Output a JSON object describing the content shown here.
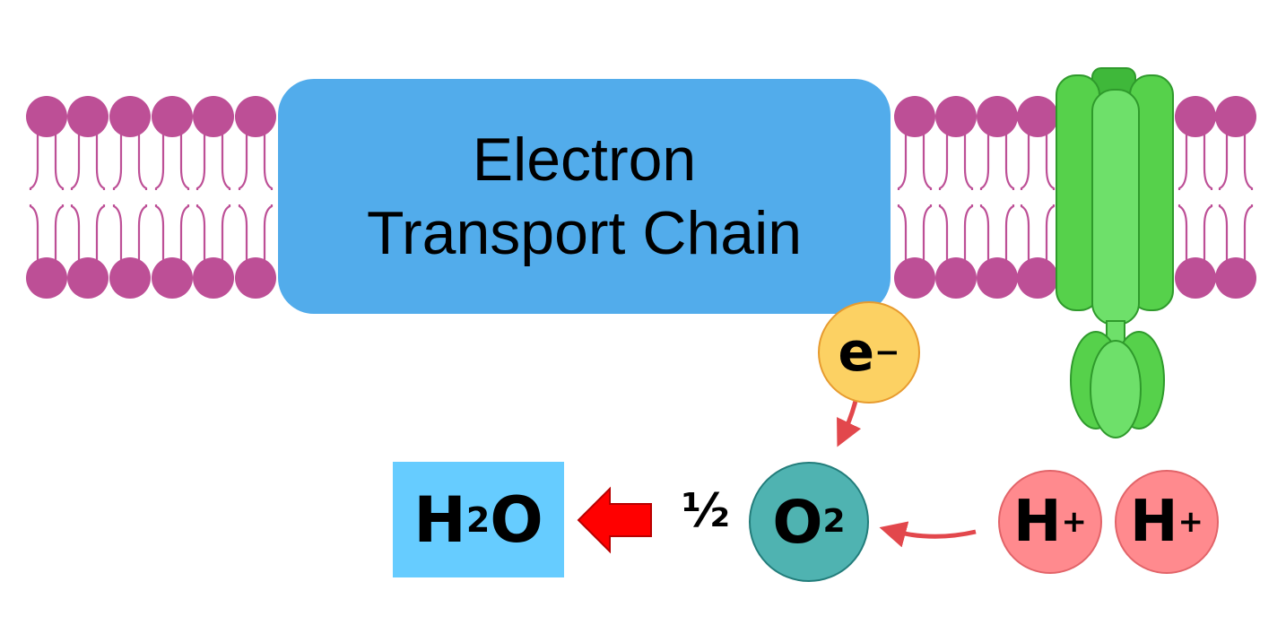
{
  "etc": {
    "line1": "Electron",
    "line2": "Transport Chain"
  },
  "electron": {
    "symbol": "e",
    "charge": "−"
  },
  "oxygen": {
    "coefficient": "½",
    "symbol": "O",
    "subscript": "2"
  },
  "protons": [
    {
      "symbol": "H",
      "charge": "+"
    },
    {
      "symbol": "H",
      "charge": "+"
    }
  ],
  "water": {
    "h": "H",
    "subscript": "2",
    "o": "O"
  },
  "colors": {
    "lipid": "#bd4f96",
    "etc_box": "#52aceb",
    "atp_synthase": "#56d14b",
    "atp_synthase_light": "#6ee06a",
    "electron": "#fcd163",
    "oxygen": "#4fb3b1",
    "proton": "#ff8a8e",
    "water": "#66ccff",
    "reaction_arrow": "#ff0000",
    "flow_arrow": "#e2474c"
  }
}
